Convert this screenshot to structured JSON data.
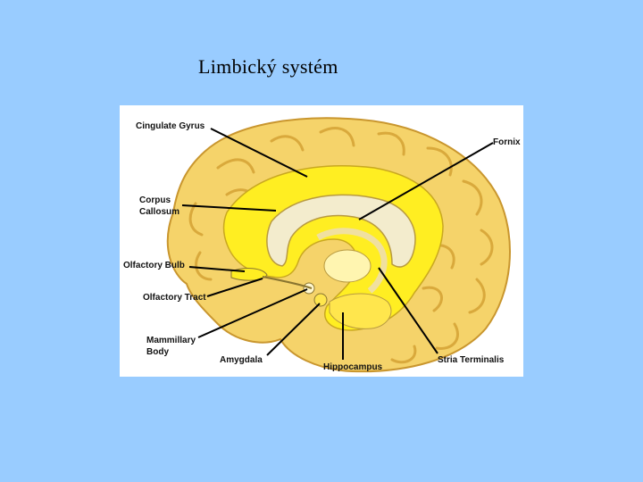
{
  "slide": {
    "title": "Limbický systém"
  },
  "diagram": {
    "labels": {
      "cingulate_gyrus": "Cingulate Gyrus",
      "fornix": "Fornix",
      "corpus_callosum_1": "Corpus",
      "corpus_callosum_2": "Callosum",
      "olfactory_bulb": "Olfactory Bulb",
      "olfactory_tract": "Olfactory Tract",
      "mammillary_body_1": "Mammillary",
      "mammillary_body_2": "Body",
      "amygdala": "Amygdala",
      "hippocampus": "Hippocampus",
      "stria_terminalis": "Stria Terminalis"
    },
    "colors": {
      "background": "#99ccff",
      "cortex": "#f5d36a",
      "cortex_dark": "#d9a93c",
      "limbic": "#ffee22",
      "callosum": "#f3eccd"
    }
  }
}
